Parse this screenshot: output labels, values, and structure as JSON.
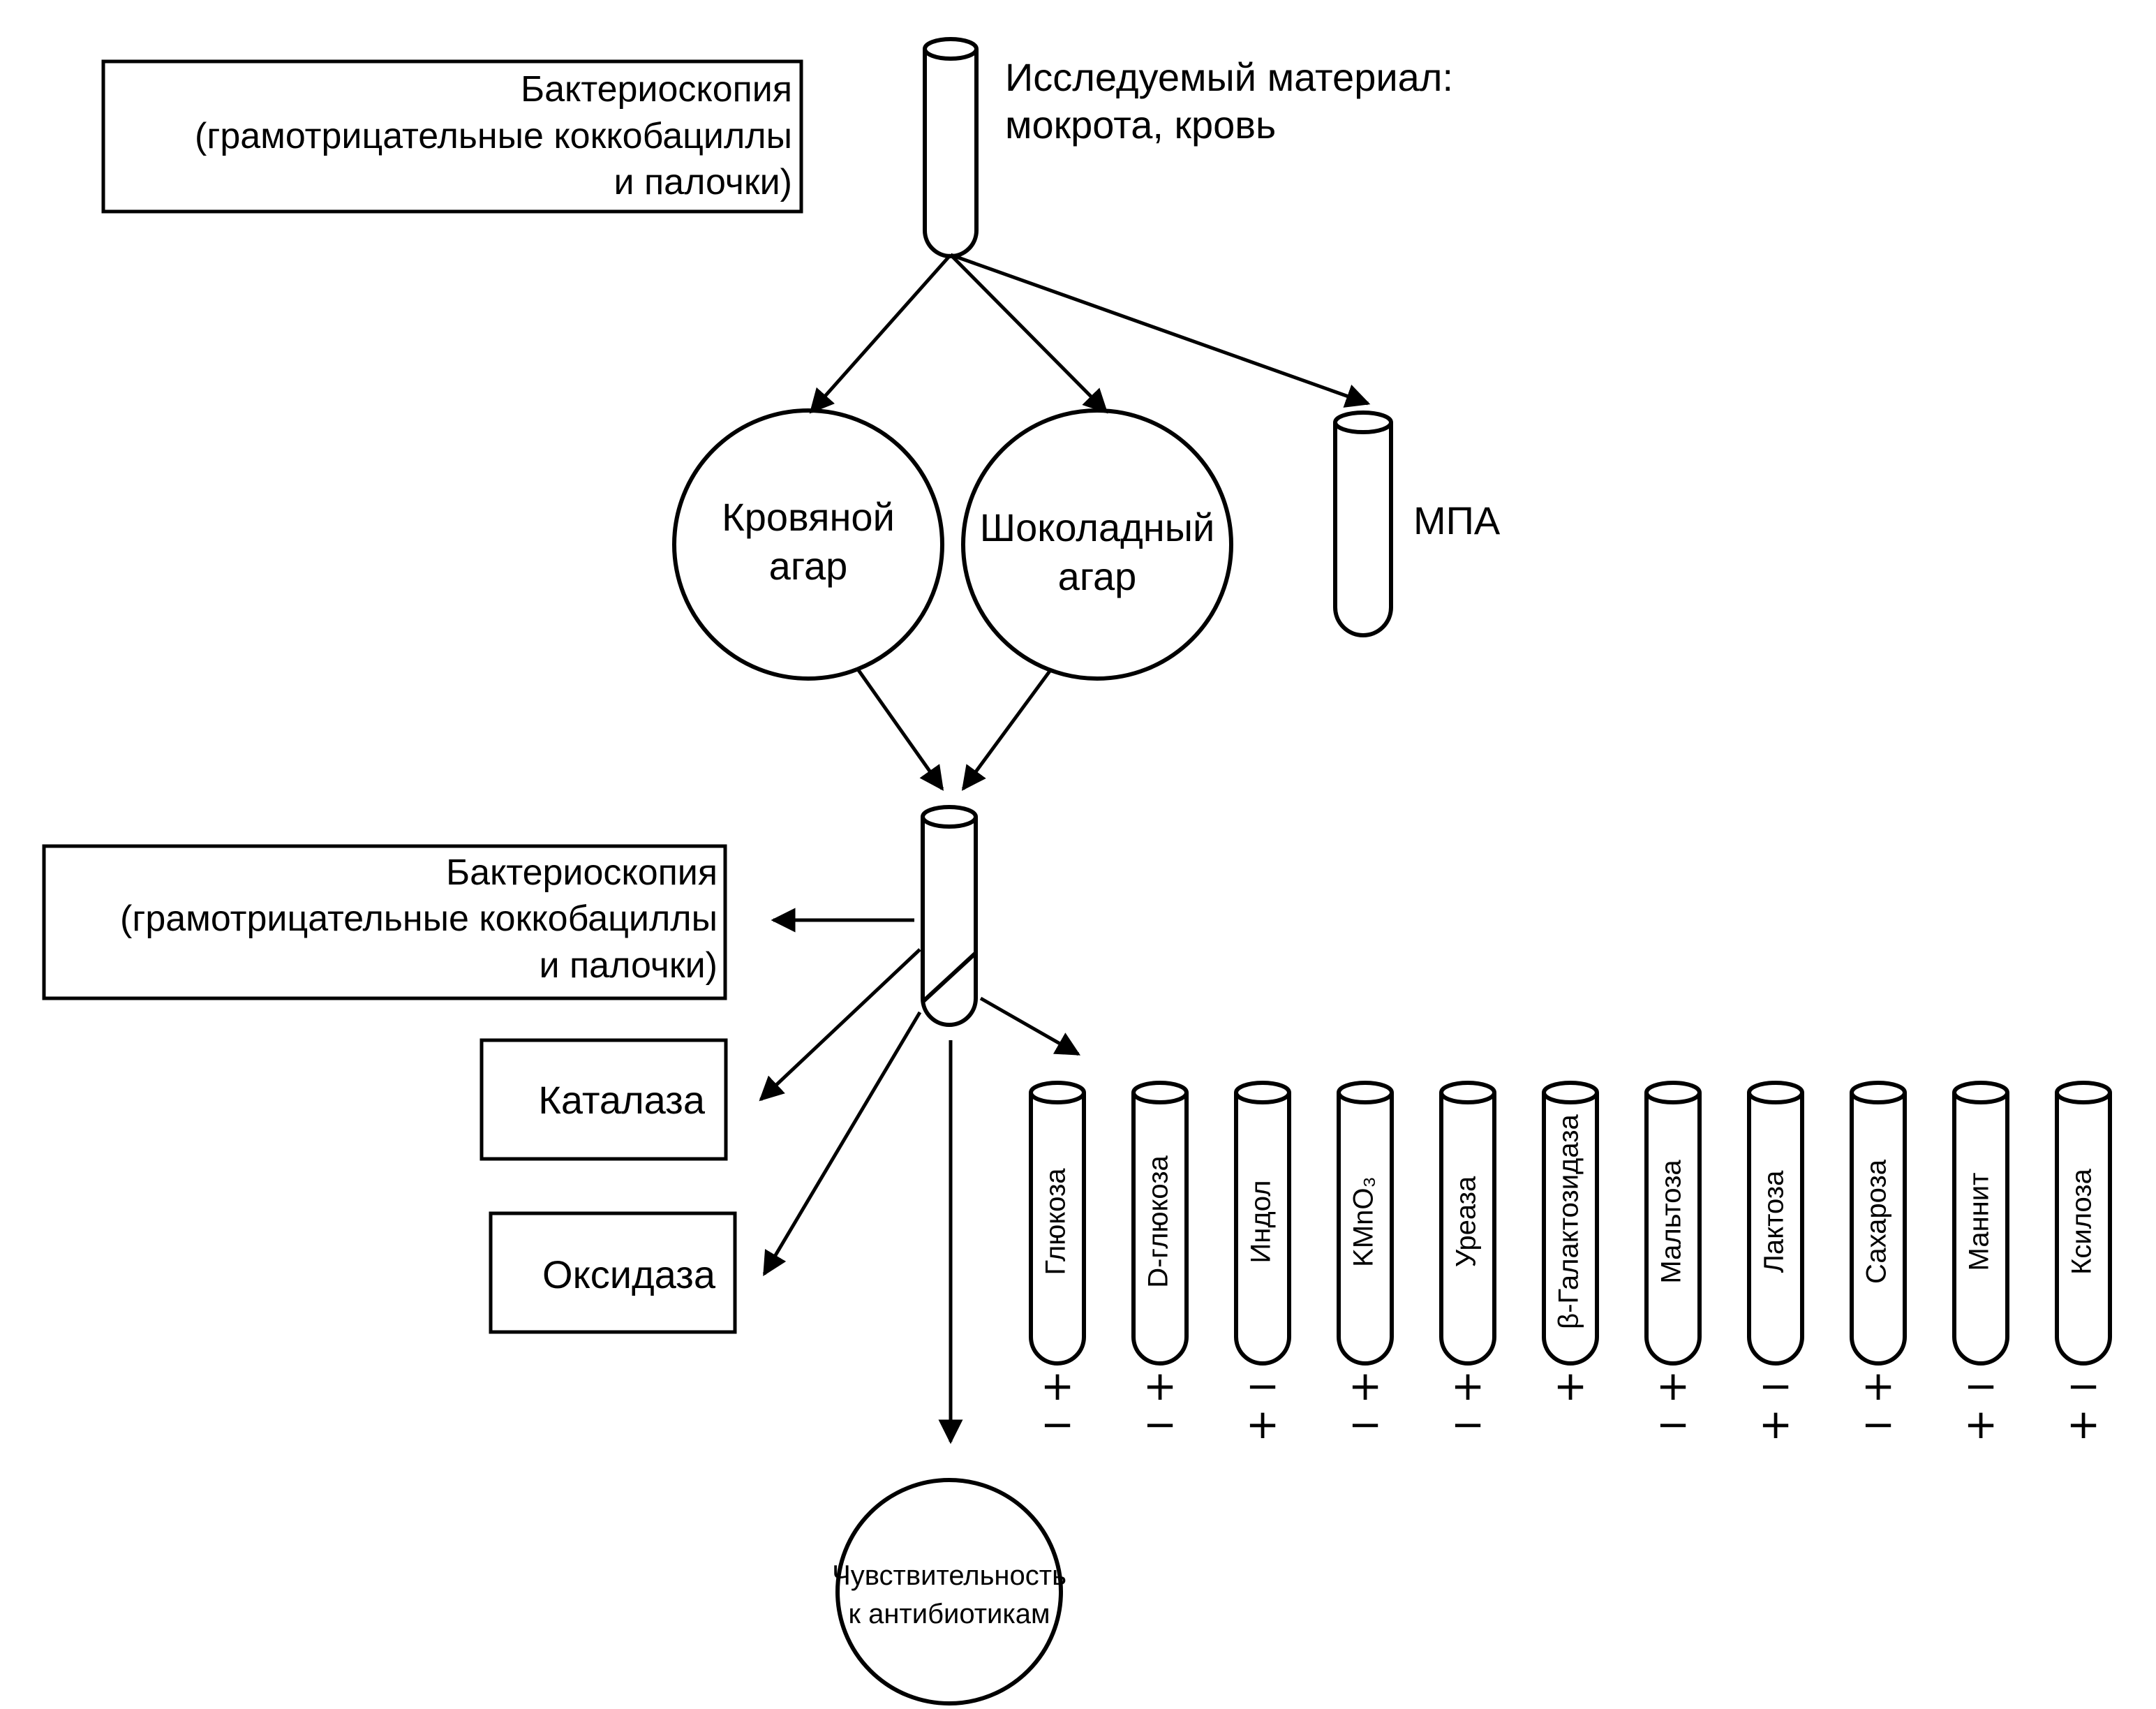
{
  "top_box": {
    "line1": "Бактериоскопия",
    "line2": "(грамотрицательные коккобациллы",
    "line3": "и палочки)"
  },
  "material": {
    "line1": "Исследуемый материал:",
    "line2": "мокрота,  кровь"
  },
  "blood_agar": {
    "line1": "Кровяной",
    "line2": "агар"
  },
  "choc_agar": {
    "line1": "Шоколадный",
    "line2": "агар"
  },
  "mpa": "МПА",
  "mid_box": {
    "line1": "Бактериоскопия",
    "line2": "(грамотрицательные коккобациллы",
    "line3": "и палочки)"
  },
  "catalase": "Каталаза",
  "oxidase": "Оксидаза",
  "sensitivity": {
    "line1": "Чувствительность",
    "line2": "к антибиотикам"
  },
  "tests": [
    {
      "label": "Глюкоза",
      "top": "+",
      "bottom": "−"
    },
    {
      "label": "D-глюкоза",
      "top": "+",
      "bottom": "−"
    },
    {
      "label": "Индол",
      "top": "−",
      "bottom": "+"
    },
    {
      "label": "KMnO₃",
      "top": "+",
      "bottom": "−"
    },
    {
      "label": "Уреаза",
      "top": "+",
      "bottom": "−"
    },
    {
      "label": "β-Галактозидаза",
      "top": "+",
      "bottom": ""
    },
    {
      "label": "Мальтоза",
      "top": "+",
      "bottom": "−"
    },
    {
      "label": "Лактоза",
      "top": "−",
      "bottom": "+"
    },
    {
      "label": "Сахароза",
      "top": "+",
      "bottom": "−"
    },
    {
      "label": "Маннит",
      "top": "−",
      "bottom": "+"
    },
    {
      "label": "Ксилоза",
      "top": "−",
      "bottom": "+"
    }
  ]
}
